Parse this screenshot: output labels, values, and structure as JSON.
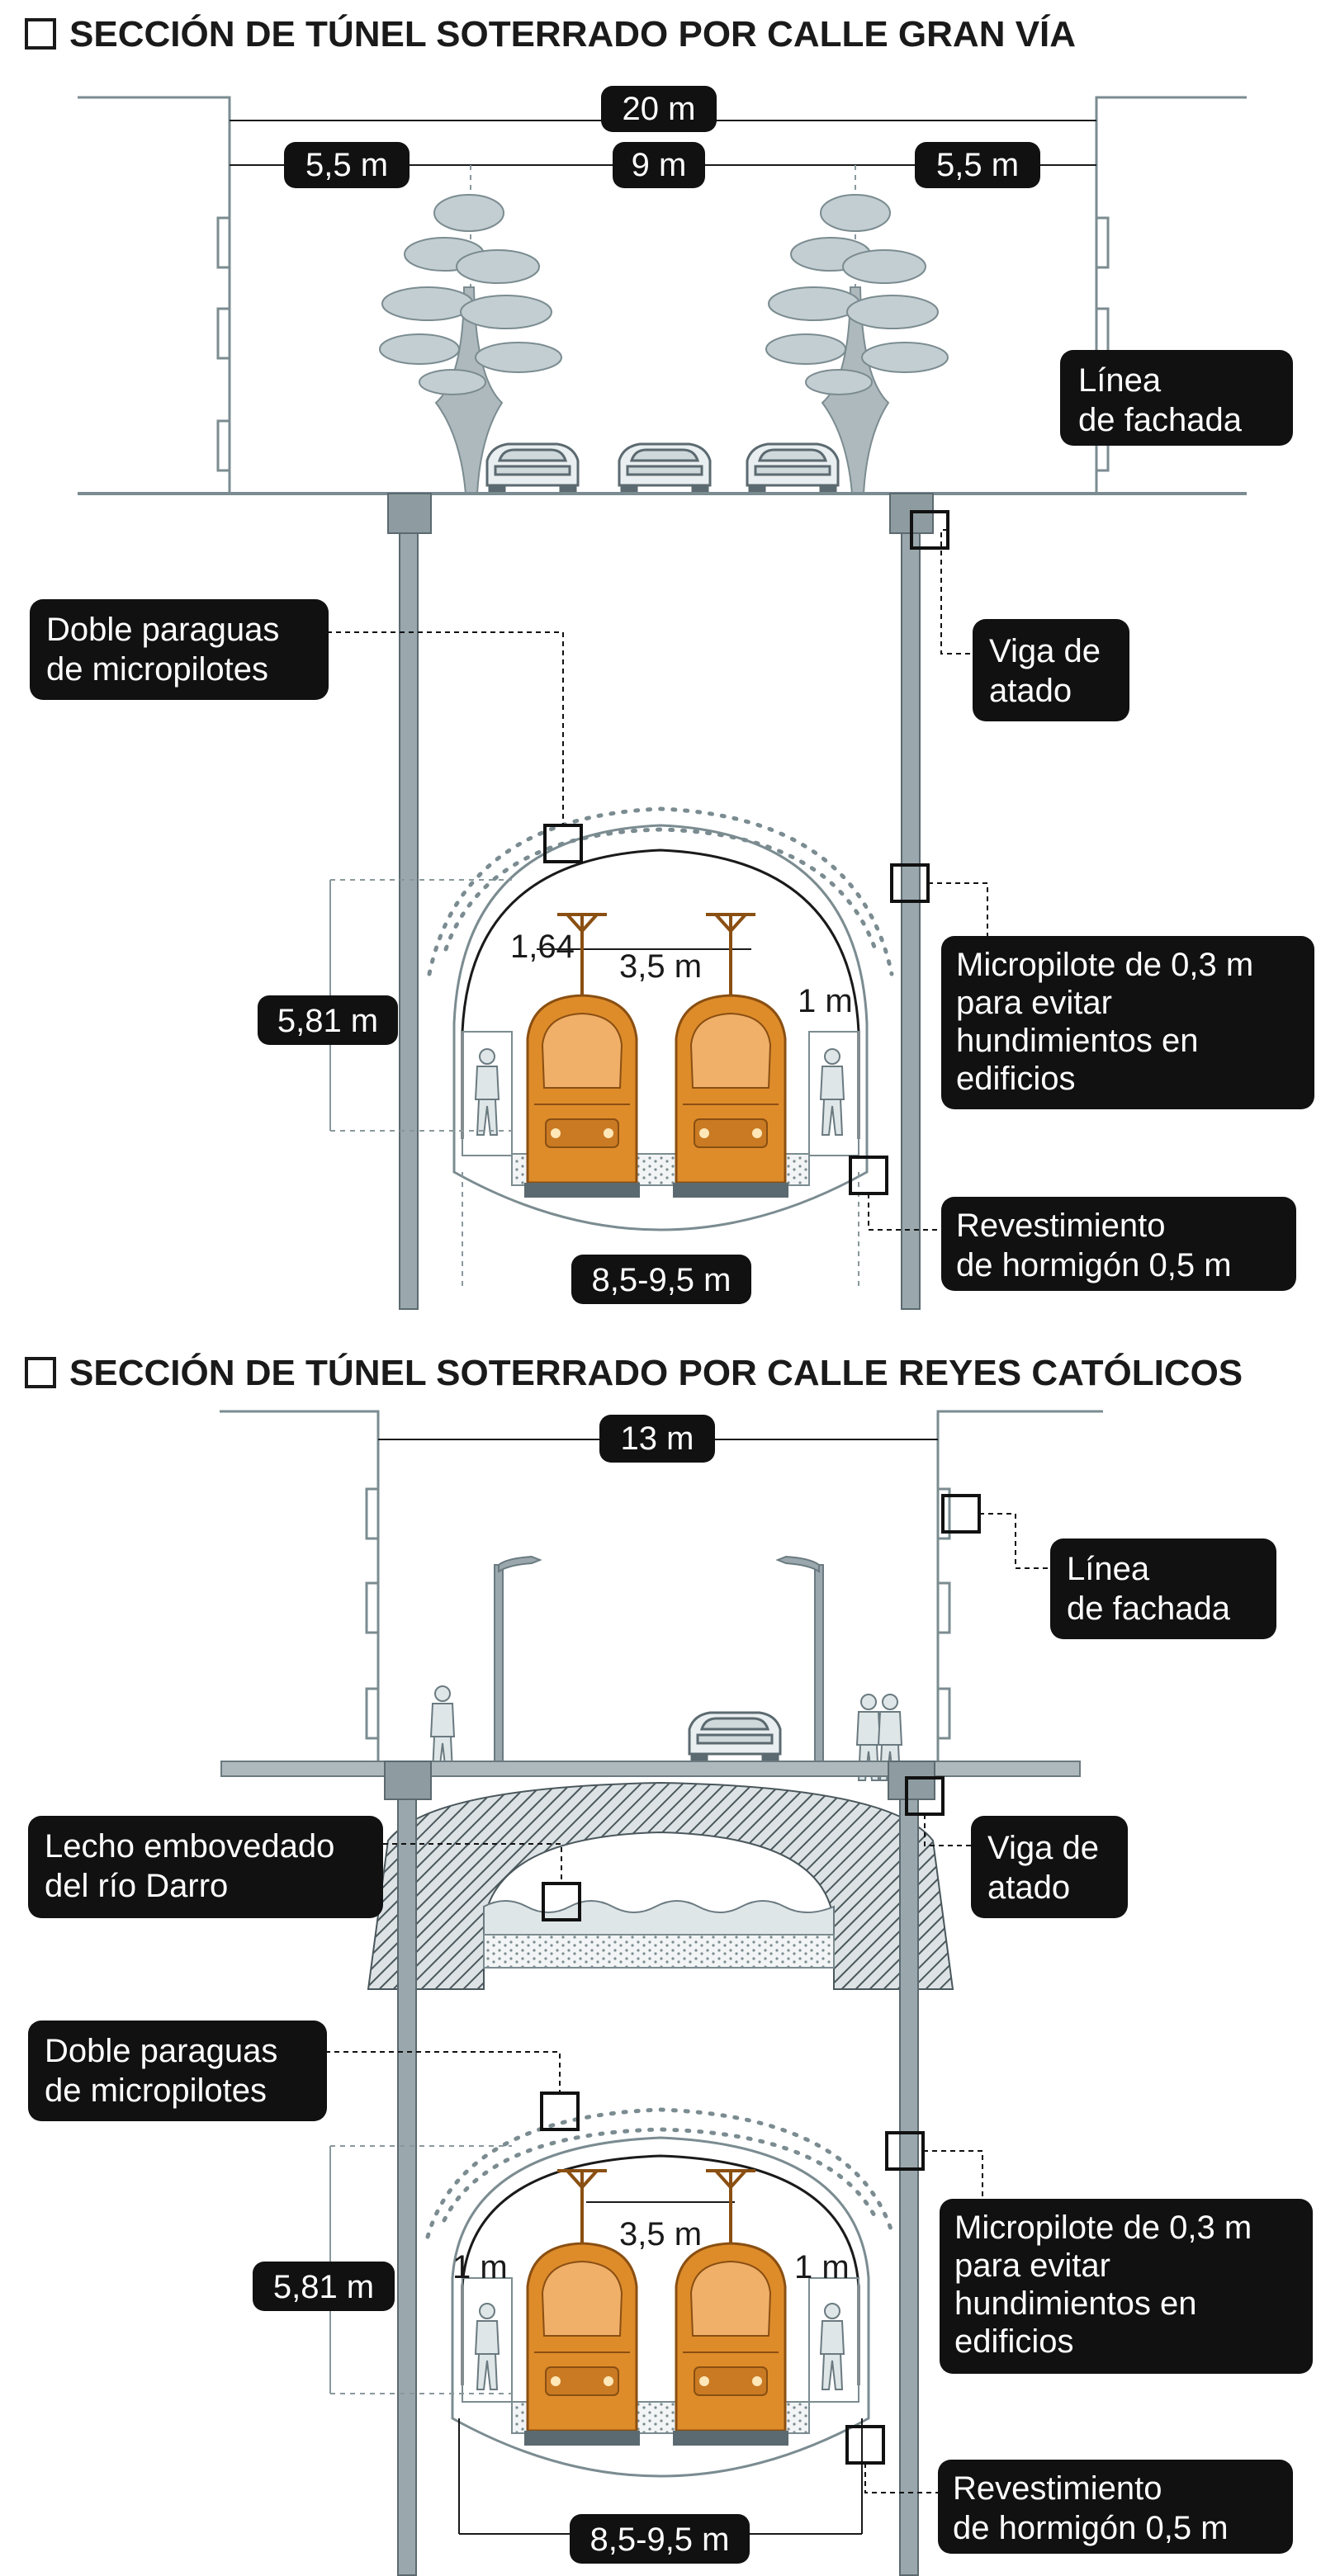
{
  "colors": {
    "ink": "#1a1a1a",
    "steel": "#7b8c91",
    "steel_light": "#aeb9bd",
    "tram_orange": "#de8c2a",
    "pill": "#111111"
  },
  "section1": {
    "title": "SECCIÓN DE TÚNEL SOTERRADO POR CALLE GRAN VÍA",
    "dims": {
      "total": "20 m",
      "sidewalk_left": "5,5 m",
      "road": "9 m",
      "sidewalk_right": "5,5 m",
      "height": "5,81 m",
      "track_gap": "3,5 m",
      "left_gap": "1,64",
      "right_gap": "1 m",
      "width": "8,5-9,5 m"
    },
    "labels": {
      "facade_1": "Línea",
      "facade_2": "de fachada",
      "paraguas_1": "Doble paraguas",
      "paraguas_2": "de micropilotes",
      "viga_1": "Viga de",
      "viga_2": "atado",
      "micro_1": "Micropilote de 0,3 m",
      "micro_2": "para evitar",
      "micro_3": "hundimientos en",
      "micro_4": "edificios",
      "rev_1": "Revestimiento",
      "rev_2": "de hormigón 0,5 m"
    }
  },
  "section2": {
    "title": "SECCIÓN DE TÚNEL SOTERRADO POR CALLE REYES CATÓLICOS",
    "dims": {
      "total": "13 m",
      "height": "5,81 m",
      "track_gap": "3,5 m",
      "left_gap": "1 m",
      "right_gap": "1 m",
      "width": "8,5-9,5 m"
    },
    "labels": {
      "facade_1": "Línea",
      "facade_2": "de fachada",
      "viga_1": "Viga de",
      "viga_2": "atado",
      "lecho_1": "Lecho embovedado",
      "lecho_2": "del río Darro",
      "paraguas_1": "Doble paraguas",
      "paraguas_2": "de micropilotes",
      "micro_1": "Micropilote de 0,3 m",
      "micro_2": "para evitar",
      "micro_3": "hundimientos en",
      "micro_4": "edificios",
      "rev_1": "Revestimiento",
      "rev_2": "de hormigón 0,5 m"
    }
  }
}
